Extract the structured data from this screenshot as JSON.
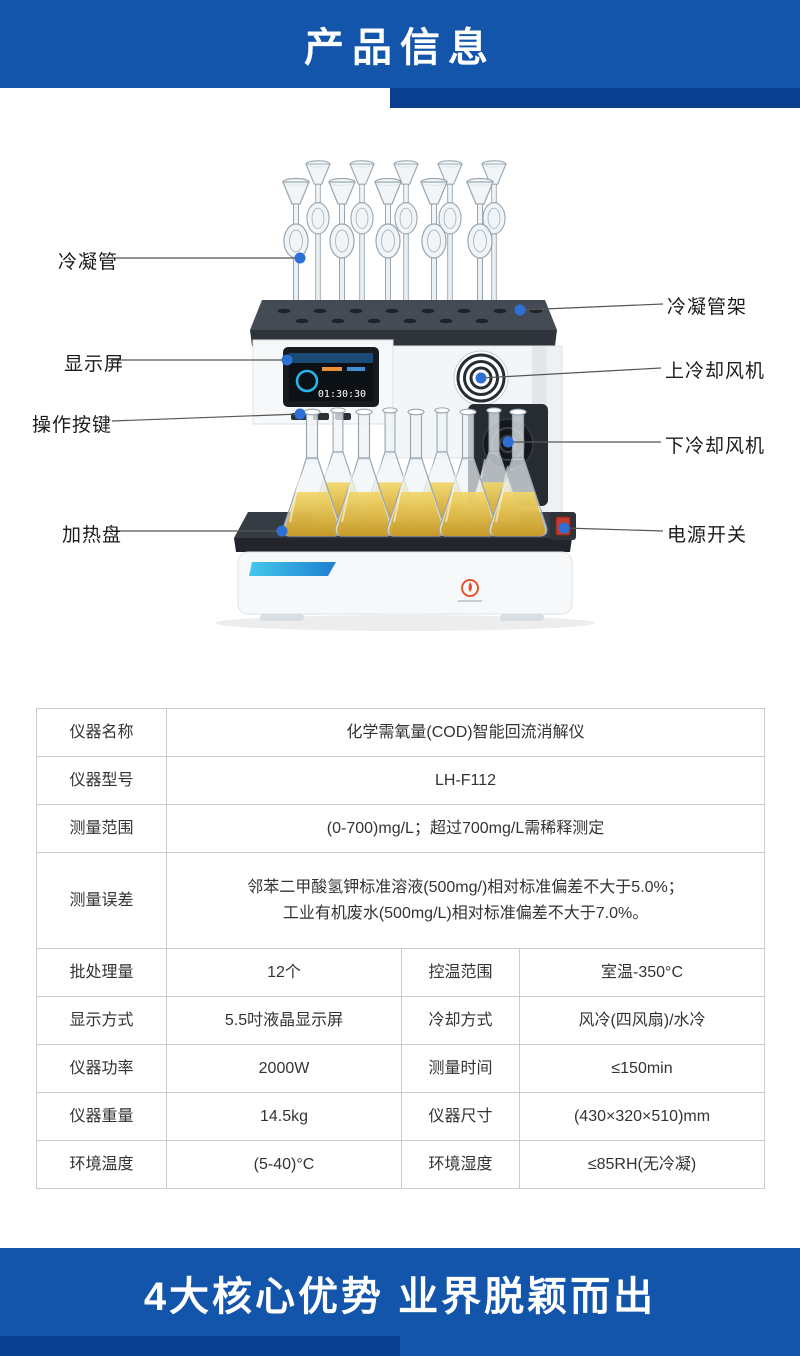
{
  "header": {
    "title": "产品信息"
  },
  "product": {
    "screen_time": "01:30:30",
    "callouts": {
      "left": [
        "冷凝管",
        "显示屏",
        "操作按键",
        "加热盘"
      ],
      "right": [
        "冷凝管架",
        "上冷却风机",
        "下冷却风机",
        "电源开关"
      ]
    }
  },
  "colors": {
    "banner_blue": "#1355ab",
    "banner_dark": "#0a3e8f",
    "callout_dot": "#2e6fd6",
    "liquid_yellow": "#d9ac2e"
  },
  "spec_table": {
    "full_rows": [
      {
        "label": "仪器名称",
        "value": "化学需氧量(COD)智能回流消解仪"
      },
      {
        "label": "仪器型号",
        "value": "LH-F112"
      },
      {
        "label": "测量范围",
        "value": "(0-700)mg/L；超过700mg/L需稀释测定"
      }
    ],
    "error_row": {
      "label": "测量误差",
      "line1": "邻苯二甲酸氢钾标准溶液(500mg/)相对标准偏差不大于5.0%；",
      "line2": "工业有机废水(500mg/L)相对标准偏差不大于7.0%。"
    },
    "quad_rows": [
      {
        "label1": "批处理量",
        "value1": "12个",
        "label2": "控温范围",
        "value2": "室温-350°C"
      },
      {
        "label1": "显示方式",
        "value1": "5.5吋液晶显示屏",
        "label2": "冷却方式",
        "value2": "风冷(四风扇)/水冷"
      },
      {
        "label1": "仪器功率",
        "value1": "2000W",
        "label2": "测量时间",
        "value2": "≤150min"
      },
      {
        "label1": "仪器重量",
        "value1": "14.5kg",
        "label2": "仪器尺寸",
        "value2": "(430×320×510)mm"
      },
      {
        "label1": "环境温度",
        "value1": "(5-40)°C",
        "label2": "环境湿度",
        "value2": "≤85RH(无冷凝)"
      }
    ]
  },
  "footer": {
    "title": "4大核心优势 业界脱颖而出"
  }
}
